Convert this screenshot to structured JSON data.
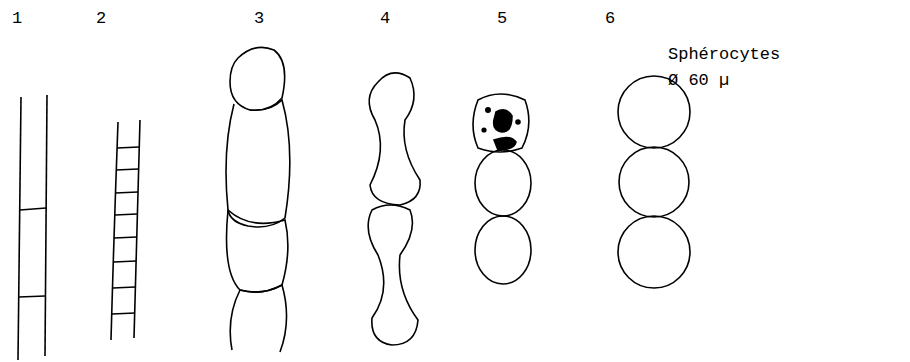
{
  "diagram": {
    "labels": [
      "1",
      "2",
      "3",
      "4",
      "5",
      "6",
      "Sphérocytes Ø 60 µ"
    ]
  }
}
